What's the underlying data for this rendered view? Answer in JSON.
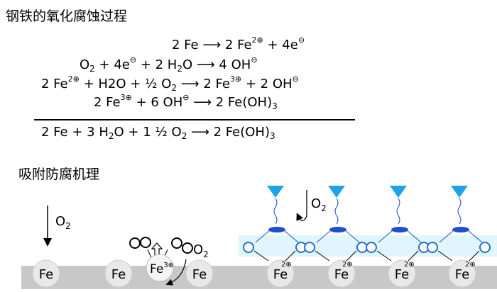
{
  "titles": {
    "corrosion": "钢铁的氧化腐蚀过程",
    "adsorption": "吸附防腐机理"
  },
  "equations": {
    "e1": {
      "a": "2 Fe",
      "arrow": "⟶",
      "b": "2 Fe",
      "b_sup": "2⊕",
      "c": "  +  4e",
      "c_sup": "⊖"
    },
    "e2": {
      "a": "O",
      "a_sub": "2",
      "b": " + 4e",
      "b_sup": "⊖",
      "c": " + 2 H",
      "c_sub": "2",
      "d": "O",
      "arrow": "⟶",
      "e": "4 OH",
      "e_sup": "⊖"
    },
    "e3": {
      "a": "2 Fe",
      "a_sup": "2⊕",
      "b": " + H2O + ½  O",
      "b_sub": "2",
      "arrow": "⟶",
      "c": "2 Fe",
      "c_sup": "3⊕",
      "d": "  + 2 OH",
      "d_sup": "⊖"
    },
    "e4": {
      "a": "2 Fe",
      "a_sup": "3⊕",
      "b": " + 6 OH",
      "b_sup": "⊖",
      "arrow": "⟶",
      "c": "2 Fe(OH)",
      "c_sub": "3"
    },
    "total": {
      "a": "2 Fe + 3 H",
      "a_sub": "2",
      "b": "O + 1 ½ O",
      "b_sub": "2",
      "arrow": "⟶",
      "c": "2 Fe(OH)",
      "c_sub": "3"
    }
  },
  "diagram": {
    "fe_label": "Fe",
    "fe3_label": "Fe",
    "fe3_sup": "3⊕",
    "o2_label": "O",
    "o2_sub": "2",
    "charge_2plus": "2⊕",
    "colors": {
      "surface": "#c8c8c8",
      "fe_circle": "#e6e6e6",
      "film": "#dff6fc",
      "ring": "#1e6fd0",
      "cone": "#1ea3ea",
      "oval": "#1e4fd0"
    }
  }
}
